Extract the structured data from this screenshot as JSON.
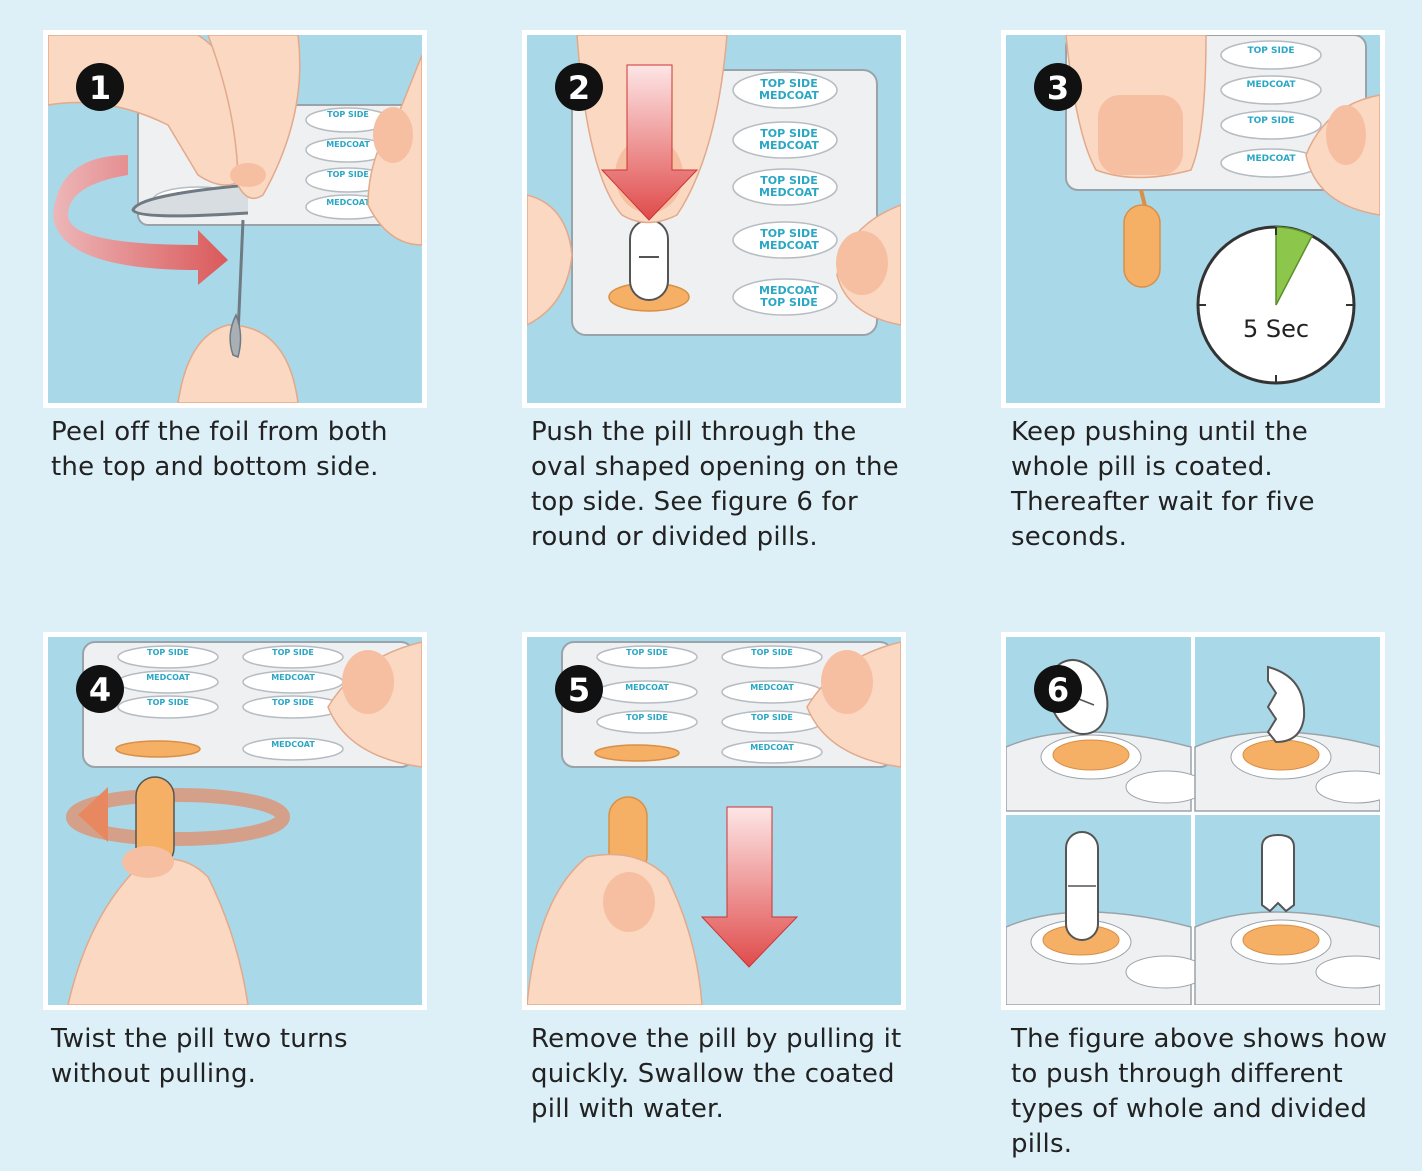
{
  "steps": [
    {
      "number": "1",
      "caption": "Peel off the foil from both the top and bottom side."
    },
    {
      "number": "2",
      "caption": "Push the pill through the oval shaped opening on the top side.  See figure 6 for round or divided pills."
    },
    {
      "number": "3",
      "caption": "Keep pushing until the whole pill is coated.  Thereafter wait for five seconds."
    },
    {
      "number": "4",
      "caption": "Twist the pill two turns without pulling."
    },
    {
      "number": "5",
      "caption": "Remove the pill by pulling it quickly.  Swallow the coated pill with water."
    },
    {
      "number": "6",
      "caption": "The figure above shows how to push through different types of whole and divided pills."
    }
  ],
  "timer_label": "5 Sec",
  "blister_text": {
    "line1": "TOP SIDE",
    "line2": "MEDCOAT",
    "line3": "TOP SIDE"
  },
  "colors": {
    "background": "#ddf0f8",
    "panel_fill": "#a9d9e9",
    "skin": "#fbd8c2",
    "nail": "#f7bfa2",
    "pill": "#f6b066",
    "arrow_red": "#e04b4b",
    "timer_green": "#8cc64a",
    "blister_text": "#2aa7c4"
  }
}
